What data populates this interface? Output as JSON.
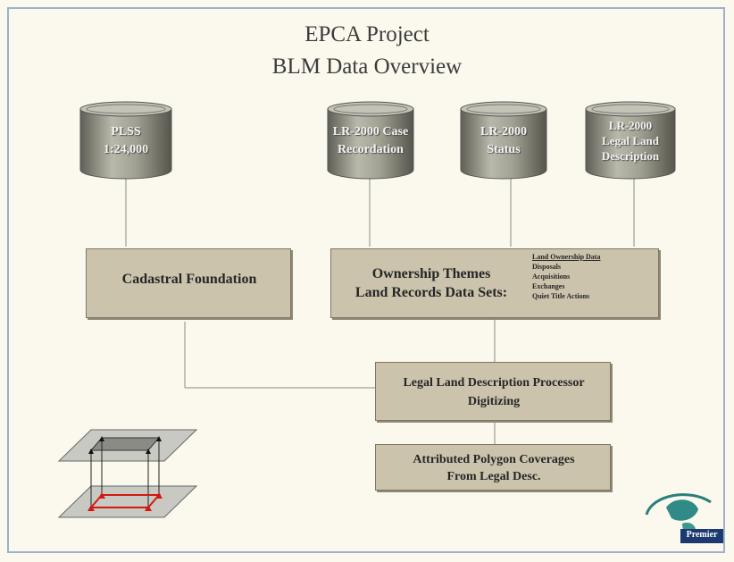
{
  "title": {
    "line1": "EPCA Project",
    "line2": "BLM Data Overview"
  },
  "databases": [
    {
      "lines": [
        "PLSS",
        "1:24,000"
      ]
    },
    {
      "lines": [
        "LR-2000 Case",
        "Recordation"
      ]
    },
    {
      "lines": [
        "LR-2000",
        "Status"
      ]
    },
    {
      "lines": [
        "LR-2000",
        "Legal Land",
        "Description"
      ]
    }
  ],
  "boxes": {
    "cadastral": "Cadastral Foundation",
    "ownership_line1": "Ownership Themes",
    "ownership_line2": "Land Records Data Sets:",
    "ownership_list": [
      "Land Ownership Data",
      "Disposals",
      "Acquisitions",
      "Exchanges",
      "Quiet Title Actions"
    ],
    "processor_line1": "Legal Land Description Processor",
    "processor_line2": "Digitizing",
    "polygons_line1": "Attributed Polygon Coverages",
    "polygons_line2": "From Legal Desc."
  },
  "logo": {
    "text": "Premier"
  },
  "colors": {
    "box_fill": "#cbc3ac",
    "cylinder": "#9a9a8a",
    "frame": "#9fb1c8"
  }
}
